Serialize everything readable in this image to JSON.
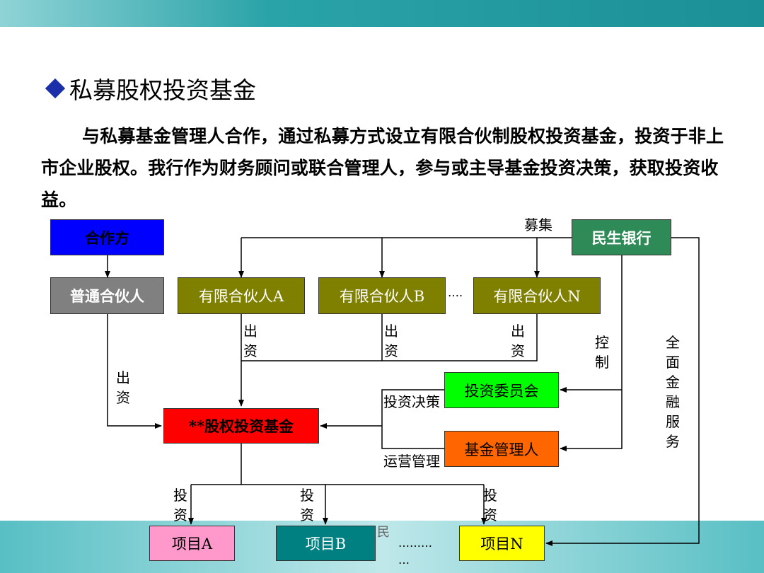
{
  "heading": "私募股权投资基金",
  "paragraph": "与私募基金管理人合作，通过私募方式设立有限合伙制股权投资基金，投资于非上市企业股权。我行作为财务顾问或联合管理人，参与或主导基金投资决策，获取投资收益。",
  "boxes": {
    "partner": "合作方",
    "bank": "民生银行",
    "gp": "普通合伙人",
    "lp_a": "有限合伙人A",
    "lp_b": "有限合伙人B",
    "lp_n": "有限合伙人N",
    "fund": "**股权投资基金",
    "committee": "投资委员会",
    "manager": "基金管理人",
    "proj_a": "项目A",
    "proj_b": "项目B",
    "proj_n": "项目N"
  },
  "labels": {
    "raise": "募集",
    "dots_lp": "….",
    "contribute": "出资",
    "control": "控制",
    "full_service": "全面金融服务",
    "invest_decision": "投资决策",
    "operation": "运营管理",
    "invest": "投资",
    "dots_proj": "………\n…"
  },
  "colors": {
    "partner": "#0000ff",
    "bank": "#2e8b57",
    "gp": "#808080",
    "lp": "#808000",
    "fund": "#ff0000",
    "committee": "#00ff00",
    "manager": "#ff6600",
    "proj_a": "#ff99cc",
    "proj_b": "#008080",
    "proj_n": "#ffff00"
  }
}
